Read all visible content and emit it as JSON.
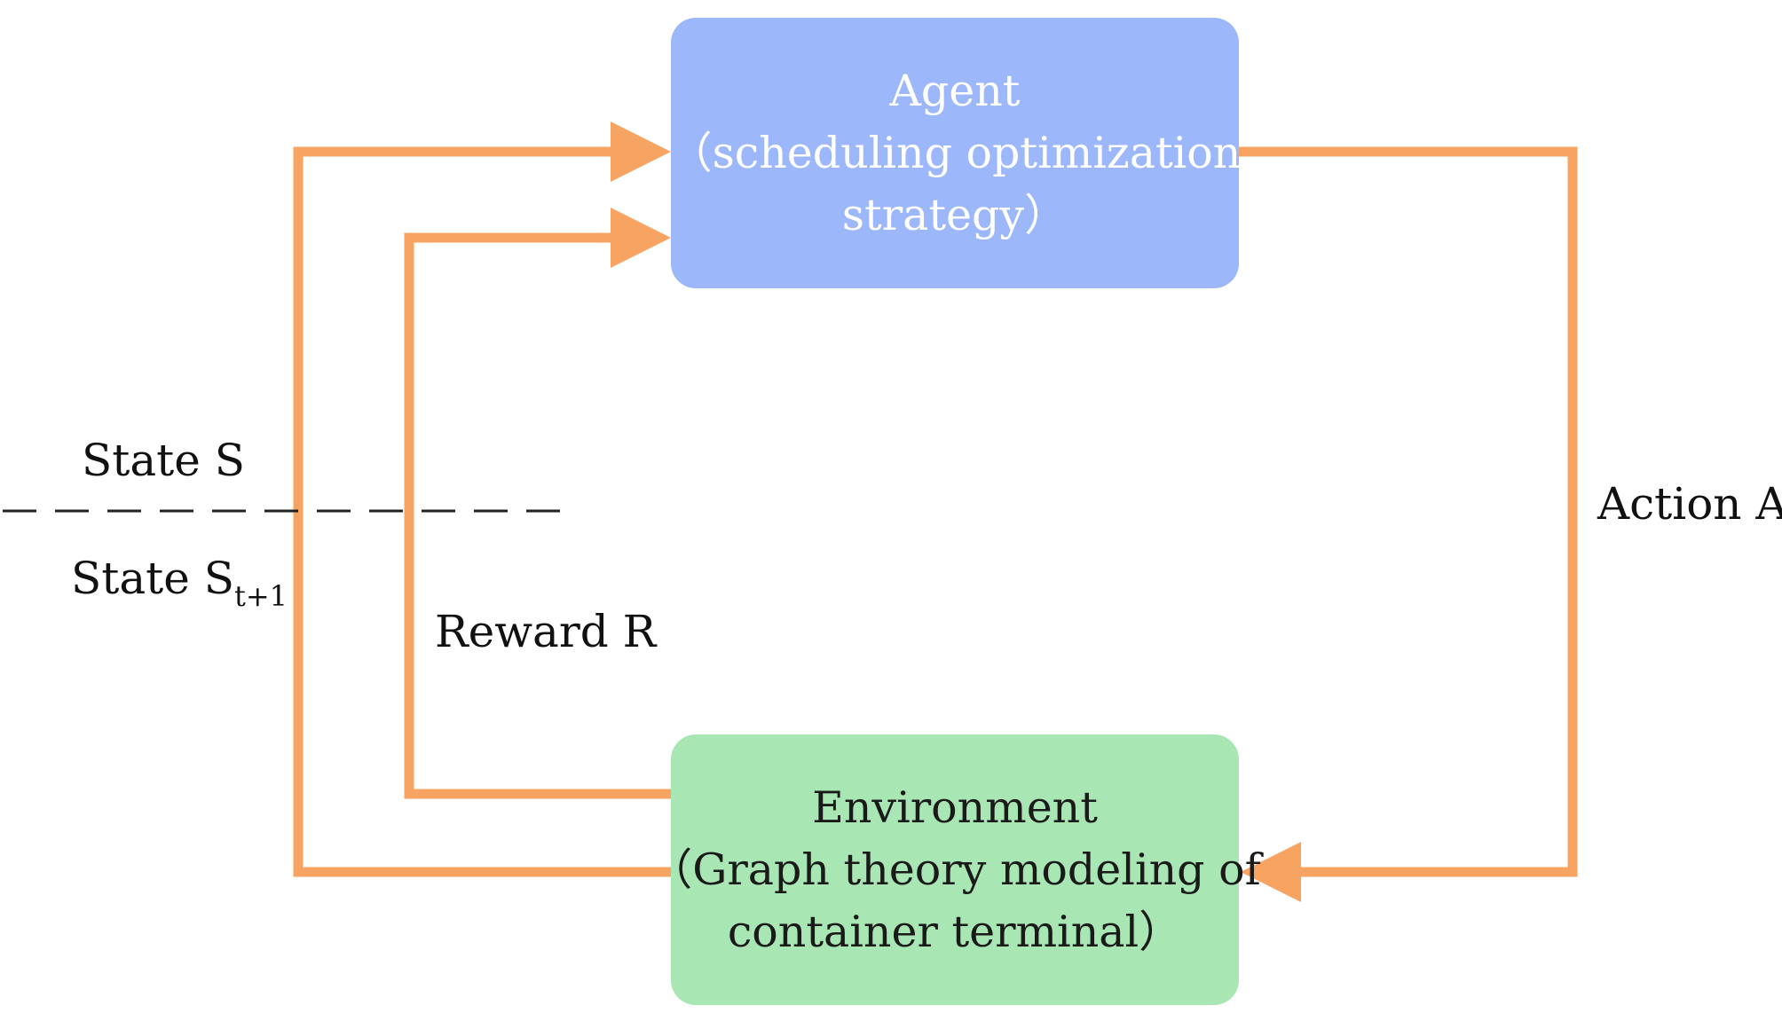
{
  "agent": {
    "line1": "Agent",
    "line2": "（scheduling optimization",
    "line3": "strategy）"
  },
  "environment": {
    "line1": "Environment",
    "line2": "（Graph theory modeling of",
    "line3": "container terminal）"
  },
  "labels": {
    "state_s": "State S",
    "state_st1_main": "State S",
    "state_st1_sub": "t+1",
    "reward": "Reward R",
    "action": "Action A"
  },
  "colors": {
    "arrow": "#f7a462",
    "agent_fill": "#9db7fb",
    "environment_fill": "#a8e6b3",
    "dashed_line": "#222222"
  }
}
